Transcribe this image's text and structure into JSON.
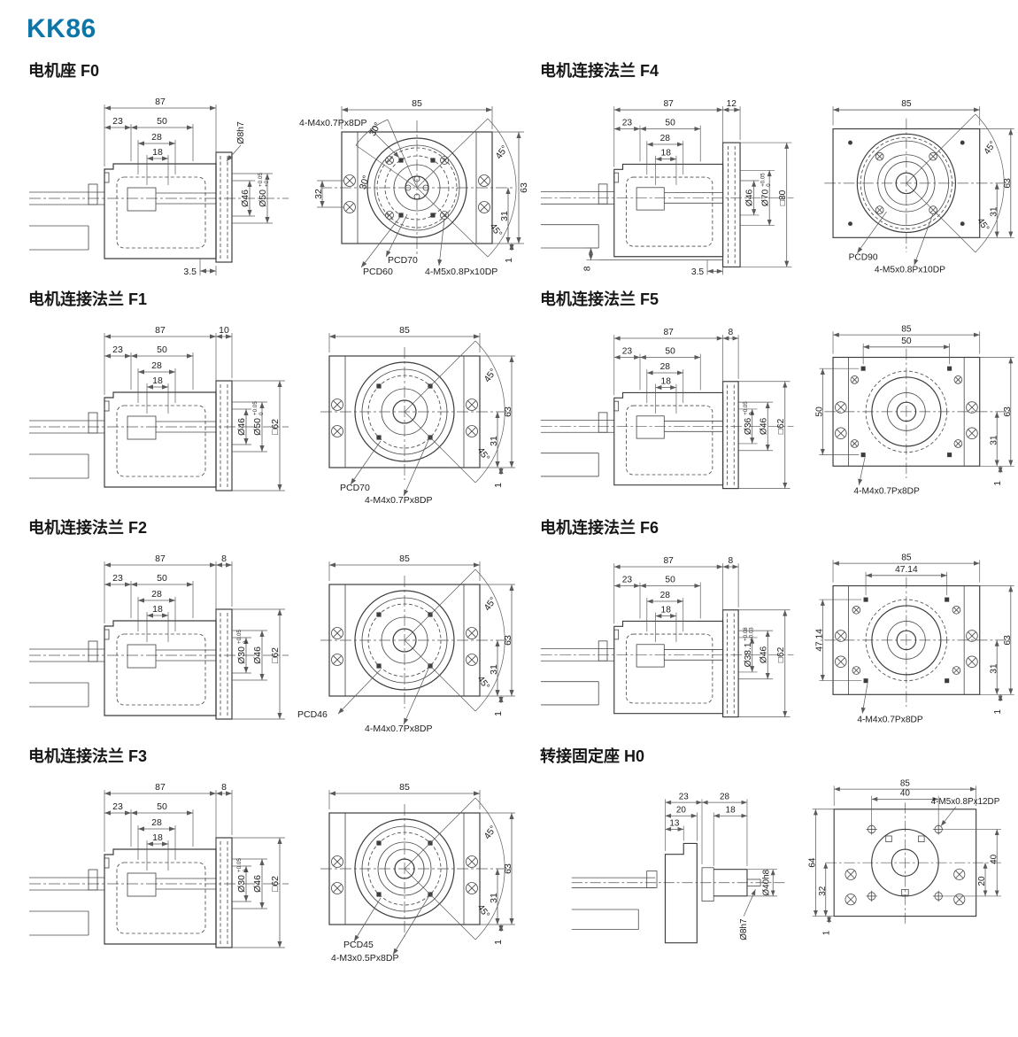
{
  "page": {
    "title": "KK86",
    "accent_color": "#0d76a8",
    "background": "#ffffff",
    "line_color": "#3c3c3c"
  },
  "sections": [
    {
      "code": "F0",
      "title": "电机座 F0",
      "side": {
        "d87": "87",
        "d23": "23",
        "d50": "50",
        "d28": "28",
        "d18": "18",
        "shaft": "Ø8h7",
        "bore1": "Ø46",
        "bore2": "Ø50",
        "tol_up": "+0.05",
        "tol_dn": "+0",
        "dbot": "3.5"
      },
      "front": {
        "w85": "85",
        "h63": "63",
        "h31": "31",
        "e1": "1",
        "a45t": "45°",
        "a45b": "45°",
        "a30t": "30°",
        "a30b": "30°",
        "d32": "32",
        "pcd1": "PCD70",
        "pcd2": "PCD60",
        "th1": "4-M4x0.7Px8DP",
        "th2": "4-M5x0.8Px10DP"
      }
    },
    {
      "code": "F1",
      "title": "电机连接法兰 F1",
      "side": {
        "d87": "87",
        "dfl": "10",
        "d23": "23",
        "d50": "50",
        "d28": "28",
        "d18": "18",
        "bore1": "Ø46",
        "bore2": "Ø50",
        "tol_up": "+0.05",
        "tol_dn": "0",
        "sq": "□62"
      },
      "front": {
        "w85": "85",
        "h63": "63",
        "h31": "31",
        "e1": "1",
        "a45t": "45°",
        "a45b": "45°",
        "pcd": "PCD70",
        "th": "4-M4x0.7Px8DP"
      }
    },
    {
      "code": "F2",
      "title": "电机连接法兰 F2",
      "side": {
        "d87": "87",
        "dfl": "8",
        "d23": "23",
        "d50": "50",
        "d28": "28",
        "d18": "18",
        "bore1": "Ø30",
        "tol_up": "+0.05",
        "tol_dn": "0",
        "bore2": "Ø46",
        "sq": "□62"
      },
      "front": {
        "w85": "85",
        "h63": "63",
        "h31": "31",
        "e1": "1",
        "a45t": "45°",
        "a45b": "45°",
        "pcd": "PCD46",
        "th": "4-M4x0.7Px8DP"
      }
    },
    {
      "code": "F3",
      "title": "电机连接法兰 F3",
      "side": {
        "d87": "87",
        "dfl": "8",
        "d23": "23",
        "d50": "50",
        "d28": "28",
        "d18": "18",
        "bore1": "Ø30",
        "tol_up": "+0.05",
        "tol_dn": "0",
        "bore2": "Ø46",
        "sq": "□62"
      },
      "front": {
        "w85": "85",
        "h63": "63",
        "h31": "31",
        "e1": "1",
        "a45t": "45°",
        "a45b": "45°",
        "pcd": "PCD45",
        "th": "4-M3x0.5Px8DP"
      }
    },
    {
      "code": "F4",
      "title": "电机连接法兰 F4",
      "side": {
        "d87": "87",
        "dfl": "12",
        "d23": "23",
        "d50": "50",
        "d28": "28",
        "d18": "18",
        "bore1": "Ø46",
        "bore2": "Ø70",
        "tol_up": "+0.05",
        "tol_dn": "0",
        "sq": "□80",
        "d8": "8",
        "dbot": "3.5"
      },
      "front": {
        "w85": "85",
        "h63": "63",
        "h31": "31",
        "a45t": "45°",
        "a45b": "45°",
        "pcd": "PCD90",
        "th": "4-M5x0.8Px10DP"
      }
    },
    {
      "code": "F5",
      "title": "电机连接法兰 F5",
      "side": {
        "d87": "87",
        "dfl": "8",
        "d23": "23",
        "d50": "50",
        "d28": "28",
        "d18": "18",
        "bore1": "Ø36",
        "tol_up": "+0.05",
        "tol_dn": "0",
        "bore2": "Ø46",
        "sq": "□62"
      },
      "front": {
        "w85": "85",
        "w50": "50",
        "left50": "50",
        "h63": "63",
        "h31": "31",
        "e1": "1",
        "th": "4-M4x0.7Px8DP"
      }
    },
    {
      "code": "F6",
      "title": "电机连接法兰 F6",
      "side": {
        "d87": "87",
        "dfl": "8",
        "d23": "23",
        "d50": "50",
        "d28": "28",
        "d18": "18",
        "bore1": "Ø38.1",
        "tol_up": "+0.08",
        "tol_dn": "+0.03",
        "bore2": "Ø46",
        "sq": "□62"
      },
      "front": {
        "w85": "85",
        "w50": "47.14",
        "left50": "47.14",
        "h63": "63",
        "h31": "31",
        "e1": "1",
        "th": "4-M4x0.7Px8DP"
      }
    },
    {
      "code": "H0",
      "title": "转接固定座 H0",
      "side": {
        "d23": "23",
        "d20": "20",
        "d13": "13",
        "d28": "28",
        "d18": "18",
        "shaft40": "Ø40h8",
        "shaft8": "Ø8h7"
      },
      "front": {
        "w85": "85",
        "w40": "40",
        "th": "4-M5x0.8Px12DP",
        "h64": "64",
        "h32": "32",
        "e1": "1",
        "r40": "40",
        "r20": "20"
      }
    }
  ]
}
